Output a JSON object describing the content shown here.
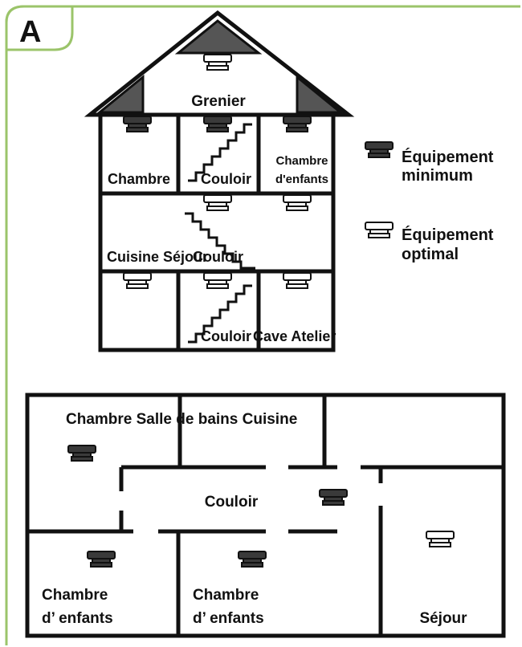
{
  "panel": {
    "letter": "A"
  },
  "colors": {
    "frame": "#9bc46a",
    "wall": "#111111",
    "detector_min": "#3a3a3a",
    "detector_opt": "#ffffff"
  },
  "house": {
    "rooms": {
      "attic": "Grenier",
      "floor2": [
        "Chambre",
        "Couloir",
        "Chambre",
        "d'enfants"
      ],
      "floor1": [
        "Cuisine Séjour",
        "Couloir"
      ],
      "floor0": [
        "Couloir",
        "Cave Atelier"
      ]
    }
  },
  "legend": {
    "minimum": {
      "line1": "Équipement",
      "line2": "minimum",
      "icon": "detector-minimum-icon"
    },
    "optimal": {
      "line1": "Équipement",
      "line2": "optimal",
      "icon": "detector-optimal-icon"
    }
  },
  "plan": {
    "top_labels": "Chambre Salle de bains Cuisine",
    "hall": "Couloir",
    "bottom_rooms": [
      {
        "line1": "Chambre",
        "line2": "d’ enfants"
      },
      {
        "line1": "Chambre",
        "line2": "d’ enfants"
      }
    ],
    "living": "Séjour"
  }
}
